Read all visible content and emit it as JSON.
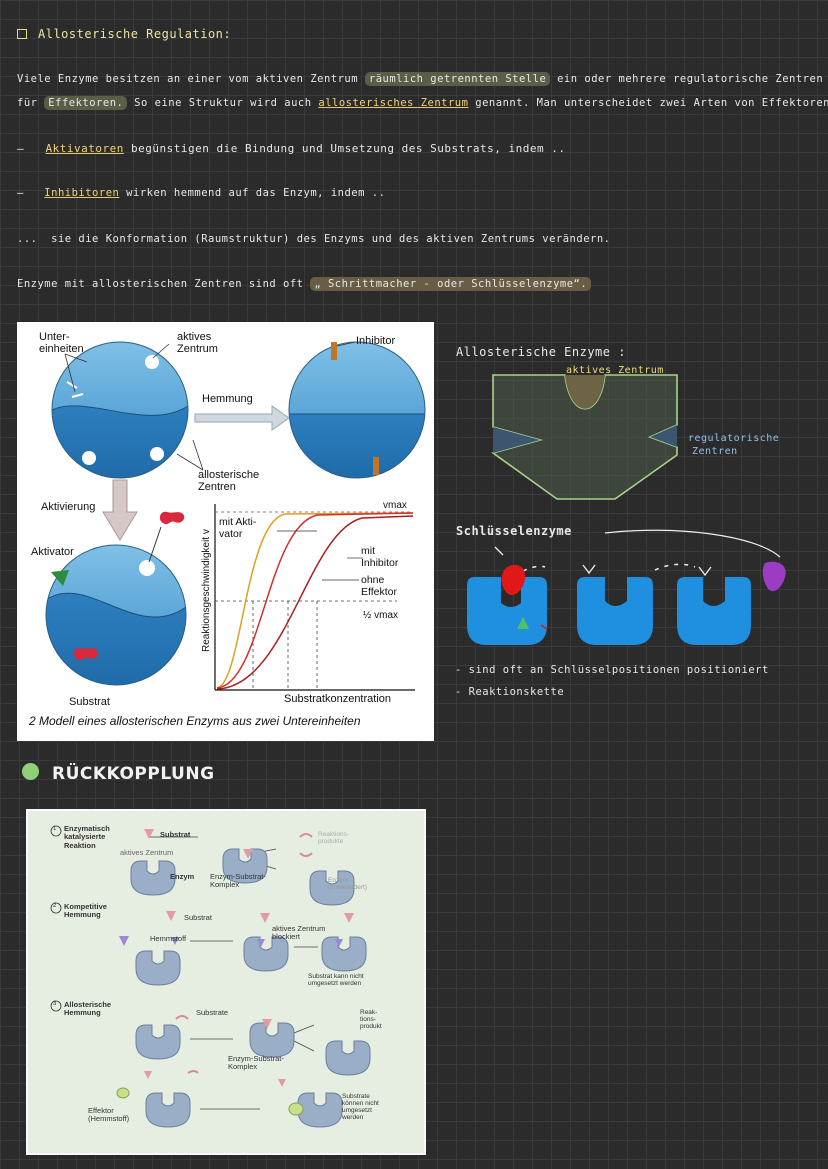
{
  "heading": {
    "title": "Allosterische Regulation:"
  },
  "intro": {
    "line1_a": "Viele Enzyme besitzen an einer vom aktiven Zentrum",
    "line1_hl": "räumlich getrennten Stelle",
    "line1_b": "ein oder mehrere regulatorische Zentren",
    "line2_a": "für",
    "line2_hl": "Effektoren.",
    "line2_b": "So eine Struktur wird auch",
    "line2_ul": "allosterisches Zentrum",
    "line2_c": "genannt. Man unterscheidet zwei Arten von Effektoren:"
  },
  "bullets": {
    "dash": "—",
    "b1_term": "Aktivatoren",
    "b1_text": "begünstigen die Bindung und Umsetzung des Substrats, indem ..",
    "b2_term": "Inhibitoren",
    "b2_text": "wirken hemmend auf das Enzym, indem ..",
    "b3_prefix": "...",
    "b3_text": "sie die Konformation (Raumstruktur) des Enzyms und des aktiven Zentrums verändern.",
    "schluessel_a": "Enzyme mit allosterischen Zentren sind oft",
    "schluessel_hl": "„ Schrittmacher - oder Schlüsselenzyme“."
  },
  "figure": {
    "label_untereinheiten_1": "Unter-",
    "label_untereinheiten_2": "einheiten",
    "label_aktives_1": "aktives",
    "label_aktives_2": "Zentrum",
    "label_inhibitor": "Inhibitor",
    "label_hemmung": "Hemmung",
    "label_allost_1": "allosterische",
    "label_allost_2": "Zentren",
    "label_aktivierung": "Aktivierung",
    "label_aktivator": "Aktivator",
    "label_substrat": "Substrat",
    "graph_ylabel": "Reaktionsgeschwindigkeit v",
    "graph_xlabel": "Substratkonzentration",
    "graph_vmax": "vmax",
    "graph_halfvmax": "½ vmax",
    "graph_mit_akti_1": "mit Akti-",
    "graph_mit_akti_2": "vator",
    "graph_mit_inh_1": "mit",
    "graph_mit_inh_2": "Inhibitor",
    "graph_ohne_1": "ohne",
    "graph_ohne_2": "Effektor",
    "caption": "2 Modell eines allosterischen Enzyms aus zwei Untereinheiten",
    "colors": {
      "enzyme": "#3b8cc6",
      "activator_curve": "#e0a020",
      "inhibitor_curve": "#d32f2f"
    }
  },
  "sketch_allost": {
    "title": "Allosterische Enzyme :",
    "aktives": "aktives Zentrum",
    "reg_1": "regulatorische",
    "reg_2": "Zentren",
    "colors": {
      "outline": "#a6d58a",
      "fill": "#566b4e"
    }
  },
  "sketch_schluessel": {
    "title": "Schlüsselenzyme",
    "note1": "- sind oft an Schlüsselpositionen positioniert",
    "note2": "- Reaktionskette",
    "colors": {
      "enzyme": "#1f8fe0",
      "red": "#e01818",
      "purple": "#9b3dc2"
    }
  },
  "rueckkopplung": {
    "title": "RÜCKKOPPLUNG"
  },
  "photo": {
    "s1_num": "1",
    "s1_title_1": "Enzymatisch",
    "s1_title_2": "katalysierte",
    "s1_title_3": "Reaktion",
    "s1_substrat": "Substrat",
    "s1_aktives": "aktives Zentrum",
    "s1_enzym": "Enzym",
    "s1_komplex_1": "Enzym-Substrat-",
    "s1_komplex_2": "Komplex",
    "s1_produkte_1": "Reaktions-",
    "s1_produkte_2": "produkte",
    "s1_unver_1": "Enzym",
    "s1_unver_2": "(unverändert)",
    "s2_num": "2",
    "s2_title_1": "Kompetitive",
    "s2_title_2": "Hemmung",
    "s2_substrat": "Substrat",
    "s2_hemmstoff": "Hemmstoff",
    "s2_blockiert_1": "aktives Zentrum",
    "s2_blockiert_2": "blockiert",
    "s2_nicht_1": "Substrat kann nicht",
    "s2_nicht_2": "umgesetzt werden",
    "s3_num": "3",
    "s3_title_1": "Allosterische",
    "s3_title_2": "Hemmung",
    "s3_substrate": "Substrate",
    "s3_komplex_1": "Enzym-Substrat-",
    "s3_komplex_2": "Komplex",
    "s3_produkt_1": "Reak-",
    "s3_produkt_2": "tions-",
    "s3_produkt_3": "produkt",
    "s3_effektor_1": "Effektor",
    "s3_effektor_2": "(Hemmstoff)",
    "s3_nicht_1": "Substrate",
    "s3_nicht_2": "können nicht",
    "s3_nicht_3": "umgesetzt",
    "s3_nicht_4": "werden"
  }
}
